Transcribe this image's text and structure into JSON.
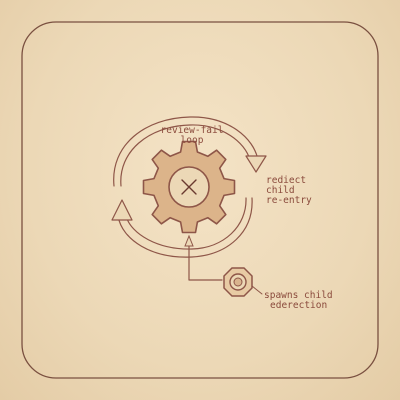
{
  "labels": {
    "loop_line1": "review-fail",
    "loop_line2": "loop",
    "right_line1": "rediect",
    "right_line2": "child",
    "right_line3": "re-entry",
    "child_line1": "spawns child",
    "child_line2": "ederection"
  },
  "colors": {
    "paper": "#ecd8b6",
    "ink": "#8e5648",
    "text": "#8a4a3c",
    "gear_fill": "#dcb48a",
    "outer_border": "#1d2a3a"
  },
  "icons": {
    "center": "x-mark-icon",
    "main": "gear-icon",
    "child": "octagon-nut-icon"
  }
}
